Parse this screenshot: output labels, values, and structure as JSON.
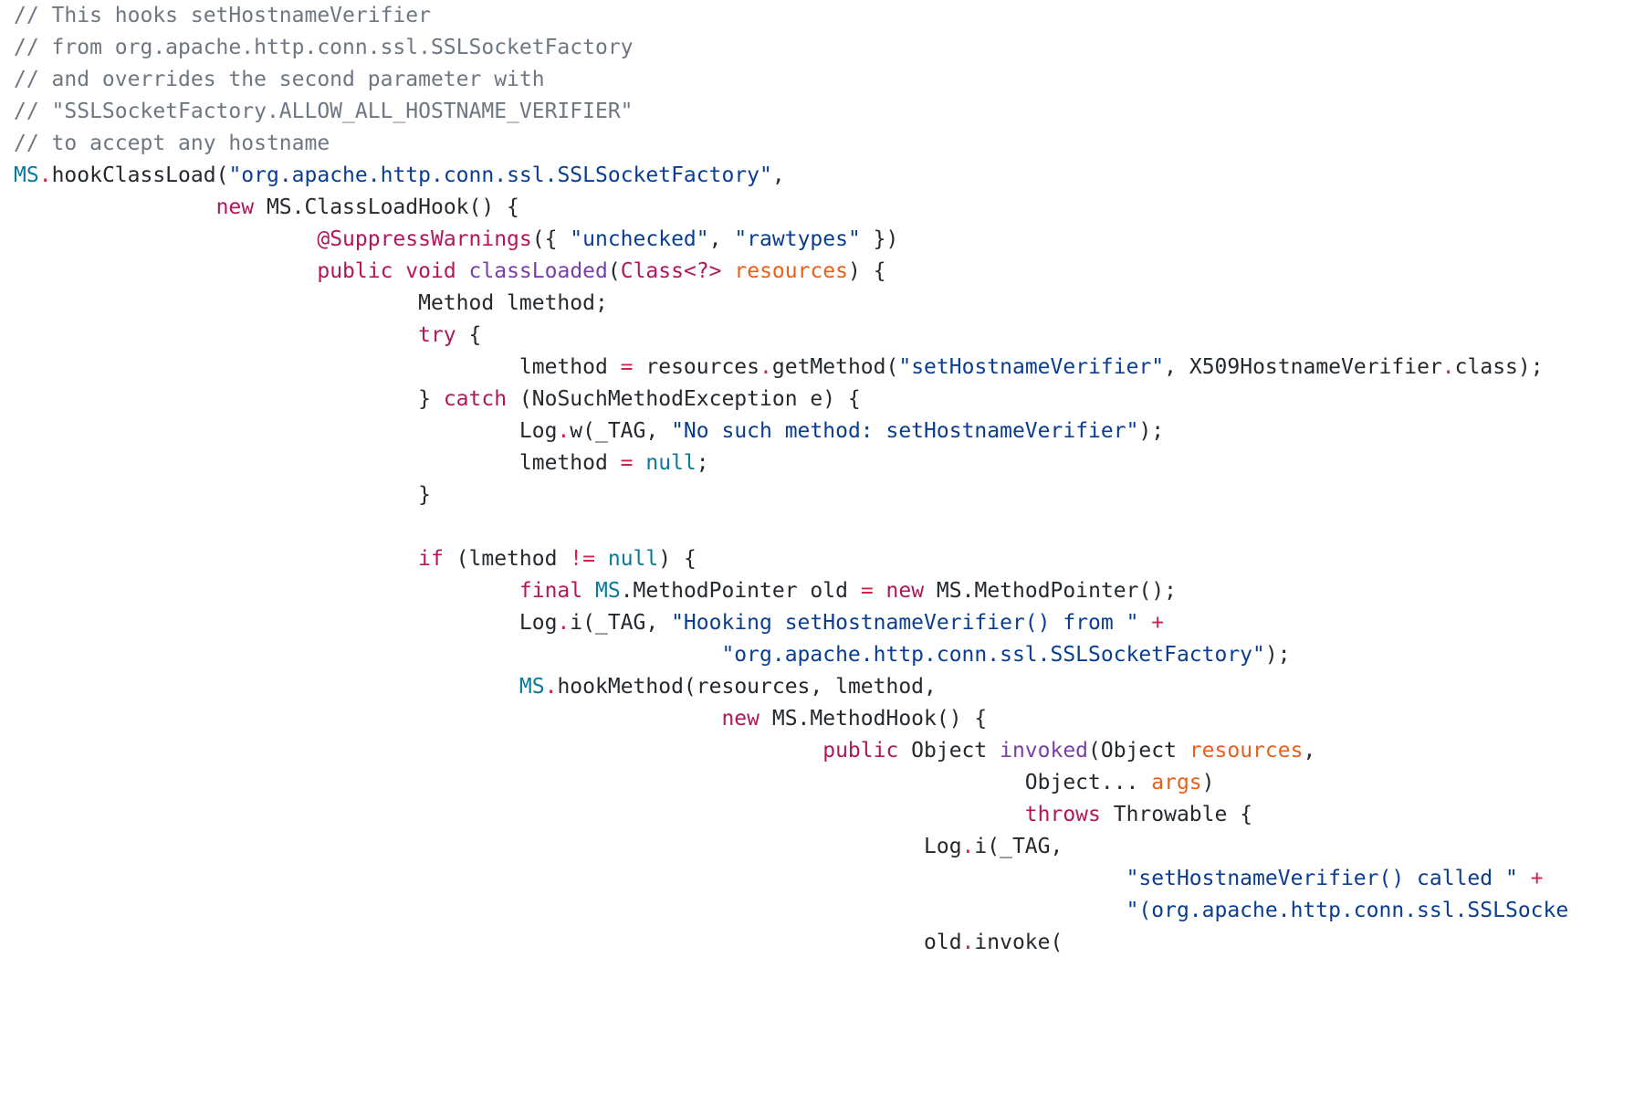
{
  "lines": [
    [
      [
        "c",
        "// This hooks setHostnameVerifier"
      ]
    ],
    [
      [
        "c",
        "// from org.apache.http.conn.ssl.SSLSocketFactory"
      ]
    ],
    [
      [
        "c",
        "// and overrides the second parameter with"
      ]
    ],
    [
      [
        "c",
        "// \"SSLSocketFactory.ALLOW_ALL_HOSTNAME_VERIFIER\""
      ]
    ],
    [
      [
        "c",
        "// to accept any hostname"
      ]
    ],
    [
      [
        "t",
        "MS"
      ],
      [
        "o",
        "."
      ],
      [
        "n",
        "hookClassLoad("
      ],
      [
        "s",
        "\"org.apache.http.conn.ssl.SSLSocketFactory\""
      ],
      [
        "n",
        ","
      ]
    ],
    [
      [
        "n",
        "                "
      ],
      [
        "k",
        "new"
      ],
      [
        "n",
        " MS.ClassLoadHook() {"
      ]
    ],
    [
      [
        "n",
        "                        "
      ],
      [
        "k",
        "@SuppressWarnings"
      ],
      [
        "n",
        "({ "
      ],
      [
        "s",
        "\"unchecked\""
      ],
      [
        "n",
        ", "
      ],
      [
        "s",
        "\"rawtypes\""
      ],
      [
        "n",
        " })"
      ]
    ],
    [
      [
        "n",
        "                        "
      ],
      [
        "k",
        "public"
      ],
      [
        "n",
        " "
      ],
      [
        "k",
        "void"
      ],
      [
        "n",
        " "
      ],
      [
        "f",
        "classLoaded"
      ],
      [
        "n",
        "("
      ],
      [
        "k",
        "Class<?>"
      ],
      [
        "n",
        " "
      ],
      [
        "p",
        "resources"
      ],
      [
        "n",
        ") {"
      ]
    ],
    [
      [
        "n",
        "                                Method lmethod;"
      ]
    ],
    [
      [
        "n",
        "                                "
      ],
      [
        "k",
        "try"
      ],
      [
        "n",
        " {"
      ]
    ],
    [
      [
        "n",
        "                                        lmethod "
      ],
      [
        "o",
        "="
      ],
      [
        "n",
        " resources"
      ],
      [
        "o",
        "."
      ],
      [
        "n",
        "getMethod("
      ],
      [
        "s",
        "\"setHostnameVerifier\""
      ],
      [
        "n",
        ", X509HostnameVerifier"
      ],
      [
        "o",
        "."
      ],
      [
        "n",
        "class);"
      ]
    ],
    [
      [
        "n",
        "                                } "
      ],
      [
        "k",
        "catch"
      ],
      [
        "n",
        " (NoSuchMethodException e) {"
      ]
    ],
    [
      [
        "n",
        "                                        Log"
      ],
      [
        "o",
        "."
      ],
      [
        "n",
        "w(_TAG, "
      ],
      [
        "s",
        "\"No such method: setHostnameVerifier\""
      ],
      [
        "n",
        ");"
      ]
    ],
    [
      [
        "n",
        "                                        lmethod "
      ],
      [
        "o",
        "="
      ],
      [
        "n",
        " "
      ],
      [
        "t",
        "null"
      ],
      [
        "n",
        ";"
      ]
    ],
    [
      [
        "n",
        "                                }"
      ]
    ],
    [
      [
        "n",
        ""
      ]
    ],
    [
      [
        "n",
        "                                "
      ],
      [
        "k",
        "if"
      ],
      [
        "n",
        " (lmethod "
      ],
      [
        "o",
        "!="
      ],
      [
        "n",
        " "
      ],
      [
        "t",
        "null"
      ],
      [
        "n",
        ") {"
      ]
    ],
    [
      [
        "n",
        "                                        "
      ],
      [
        "k",
        "final"
      ],
      [
        "n",
        " "
      ],
      [
        "t",
        "MS"
      ],
      [
        "n",
        ".MethodPointer old "
      ],
      [
        "o",
        "="
      ],
      [
        "n",
        " "
      ],
      [
        "k",
        "new"
      ],
      [
        "n",
        " MS.MethodPointer();"
      ]
    ],
    [
      [
        "n",
        "                                        Log"
      ],
      [
        "o",
        "."
      ],
      [
        "n",
        "i(_TAG, "
      ],
      [
        "s",
        "\"Hooking setHostnameVerifier() from \""
      ],
      [
        "n",
        " "
      ],
      [
        "o",
        "+"
      ]
    ],
    [
      [
        "n",
        "                                                        "
      ],
      [
        "s",
        "\"org.apache.http.conn.ssl.SSLSocketFactory\""
      ],
      [
        "n",
        ");"
      ]
    ],
    [
      [
        "n",
        "                                        "
      ],
      [
        "t",
        "MS"
      ],
      [
        "o",
        "."
      ],
      [
        "n",
        "hookMethod(resources, lmethod,"
      ]
    ],
    [
      [
        "n",
        "                                                        "
      ],
      [
        "k",
        "new"
      ],
      [
        "n",
        " MS.MethodHook() {"
      ]
    ],
    [
      [
        "n",
        "                                                                "
      ],
      [
        "k",
        "public"
      ],
      [
        "n",
        " Object "
      ],
      [
        "f",
        "invoked"
      ],
      [
        "n",
        "(Object "
      ],
      [
        "p",
        "resources"
      ],
      [
        "n",
        ","
      ]
    ],
    [
      [
        "n",
        "                                                                                Object... "
      ],
      [
        "p",
        "args"
      ],
      [
        "n",
        ")"
      ]
    ],
    [
      [
        "n",
        "                                                                                "
      ],
      [
        "k",
        "throws"
      ],
      [
        "n",
        " Throwable {"
      ]
    ],
    [
      [
        "n",
        "                                                                        Log"
      ],
      [
        "o",
        "."
      ],
      [
        "n",
        "i(_TAG,"
      ]
    ],
    [
      [
        "n",
        "                                                                                        "
      ],
      [
        "s",
        "\"setHostnameVerifier() called \""
      ],
      [
        "n",
        " "
      ],
      [
        "o",
        "+"
      ]
    ],
    [
      [
        "n",
        "                                                                                        "
      ],
      [
        "s",
        "\"(org.apache.http.conn.ssl.SSLSocke"
      ]
    ],
    [
      [
        "n",
        "                                                                        old"
      ],
      [
        "o",
        "."
      ],
      [
        "n",
        "invoke("
      ]
    ]
  ]
}
